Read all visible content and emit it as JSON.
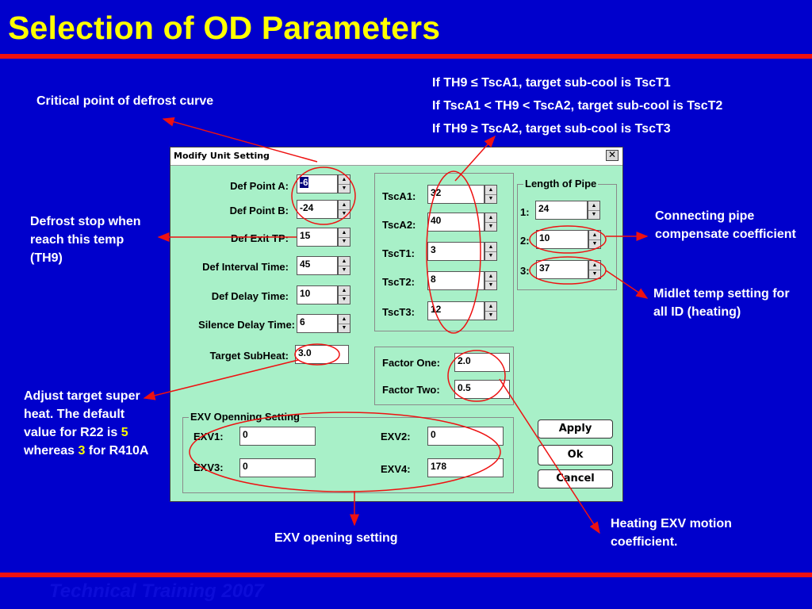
{
  "slide": {
    "title": "Selection of OD Parameters",
    "footer": "Technical Training 2007"
  },
  "conditions": [
    "If TH9 ≤ TscA1, target sub-cool is TscT1",
    "If TscA1 < TH9 < TscA2, target sub-cool is TscT2",
    "If TH9 ≥ TscA2, target sub-cool is TscT3"
  ],
  "annotations": {
    "critical_point": "Critical point of defrost curve",
    "defrost_stop": "Defrost stop when reach this temp (TH9)",
    "adjust_superheat_pre": "Adjust target super heat. The default value for R22 is",
    "adjust_superheat_val1": "5",
    "adjust_superheat_mid": "whereas",
    "adjust_superheat_val2": "3",
    "adjust_superheat_post": "for R410A",
    "exv_opening": "EXV opening setting",
    "connecting_pipe": "Connecting pipe compensate coefficient",
    "midlet_temp": "Midlet temp setting for all ID (heating)",
    "heating_exv": "Heating EXV motion coefficient."
  },
  "dialog": {
    "title": "Modify Unit Setting",
    "close_glyph": "✕",
    "defrost_fields": [
      {
        "label": "Def Point A:",
        "value": "-6"
      },
      {
        "label": "Def Point B:",
        "value": "-24"
      },
      {
        "label": "Def Exit TP:",
        "value": "15"
      },
      {
        "label": "Def Interval Time:",
        "value": "45"
      },
      {
        "label": "Def Delay Time:",
        "value": "10"
      },
      {
        "label": "Silence Delay Time:",
        "value": "6"
      },
      {
        "label": "Target SubHeat:",
        "value": "3.0"
      }
    ],
    "tsc_fields": [
      {
        "label": "TscA1:",
        "value": "32"
      },
      {
        "label": "TscA2:",
        "value": "40"
      },
      {
        "label": "TscT1:",
        "value": "3"
      },
      {
        "label": "TscT2:",
        "value": "8"
      },
      {
        "label": "TscT3:",
        "value": "12"
      }
    ],
    "pipe_group": {
      "title": "Length of Pipe",
      "fields": [
        {
          "label": "1:",
          "value": "24"
        },
        {
          "label": "2:",
          "value": "10"
        },
        {
          "label": "3:",
          "value": "37"
        }
      ]
    },
    "factor_fields": [
      {
        "label": "Factor One:",
        "value": "2.0"
      },
      {
        "label": "Factor Two:",
        "value": "0.5"
      }
    ],
    "exv_group": {
      "title": "EXV Openning Setting",
      "fields": [
        {
          "label": "EXV1:",
          "value": "0"
        },
        {
          "label": "EXV2:",
          "value": "0"
        },
        {
          "label": "EXV3:",
          "value": "0"
        },
        {
          "label": "EXV4:",
          "value": "178"
        }
      ]
    },
    "buttons": {
      "apply": "Apply",
      "ok": "Ok",
      "cancel": "Cancel"
    }
  },
  "spinner_glyphs": {
    "up": "▲",
    "down": "▼"
  },
  "colors": {
    "background": "#0000cc",
    "title": "#ffff00",
    "rule": "#ee1111",
    "dialog_bg": "#a8f0c8",
    "highlight": "#ffff00"
  }
}
